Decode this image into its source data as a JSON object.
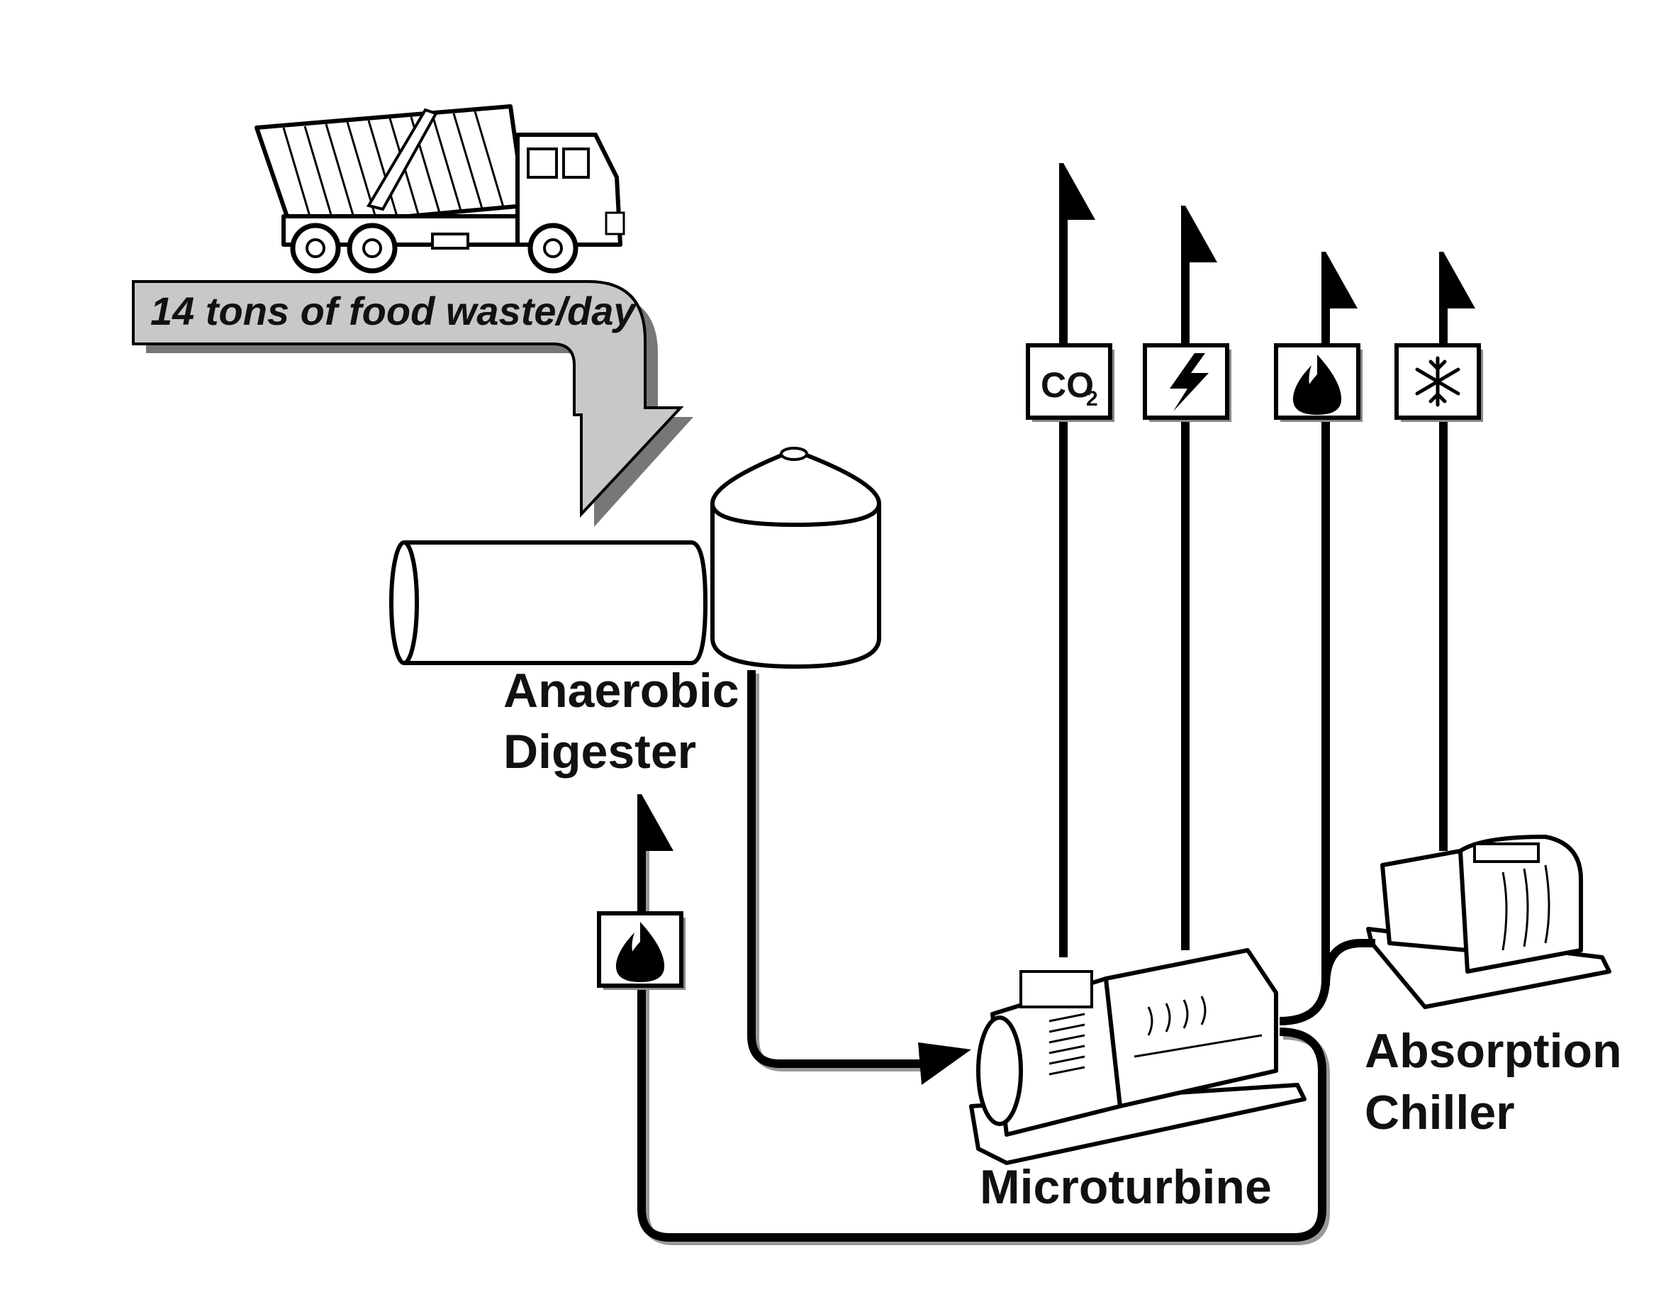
{
  "banner": {
    "text": "14 tons of food waste/day"
  },
  "labels": {
    "digester": [
      "Anaerobic",
      "Digester"
    ],
    "microturbine": "Microturbine",
    "chiller": [
      "Absorption",
      "Chiller"
    ]
  },
  "outputs": [
    {
      "name": "co2",
      "icon": "co2-icon",
      "text": "CO",
      "sub": "2"
    },
    {
      "name": "electricity",
      "icon": "lightning-bolt-icon"
    },
    {
      "name": "heat",
      "icon": "flame-icon"
    },
    {
      "name": "cooling",
      "icon": "snowflake-icon"
    }
  ],
  "heat_return": {
    "icon": "flame-icon"
  },
  "colors": {
    "line": "#000000",
    "banner_fill": "#c8c8c8",
    "shadow": "#999999"
  }
}
